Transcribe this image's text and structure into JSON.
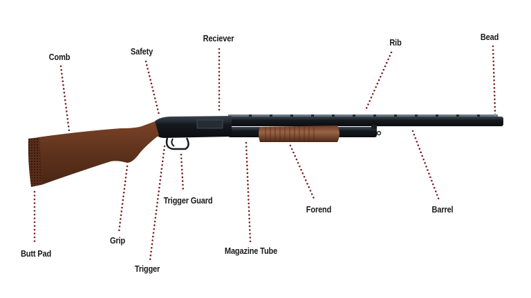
{
  "colors": {
    "leader": "#7a1f26",
    "wood": "#6b3a22",
    "metal": "#14181d",
    "text": "#1a1a1a"
  },
  "labels": {
    "comb": "Comb",
    "safety": "Safety",
    "receiver": "Reciever",
    "rib": "Rib",
    "bead": "Bead",
    "butt_pad": "Butt Pad",
    "grip": "Grip",
    "trigger": "Trigger",
    "trigger_guard": "Trigger Guard",
    "magazine_tube": "Magazine Tube",
    "forend": "Forend",
    "barrel": "Barrel"
  }
}
